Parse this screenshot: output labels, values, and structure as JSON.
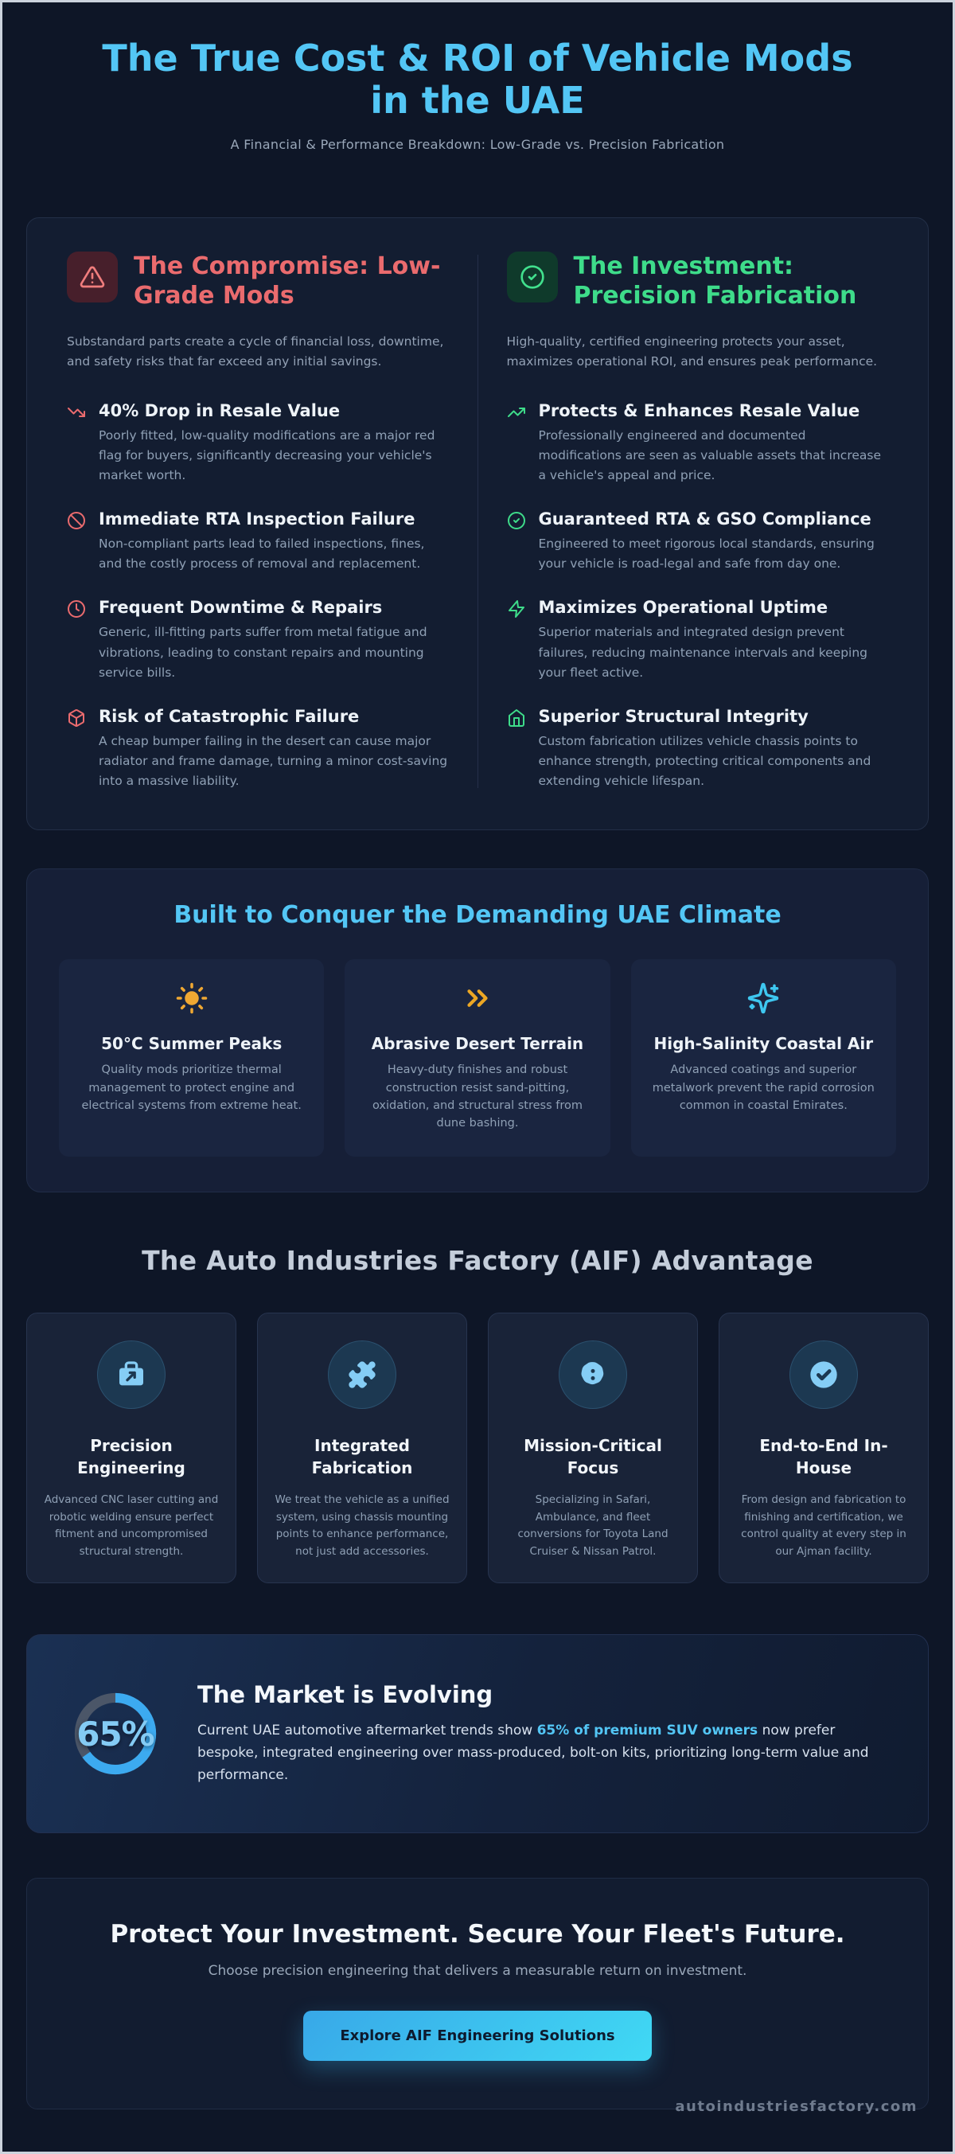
{
  "header": {
    "title": "The True Cost & ROI of Vehicle Mods in the UAE",
    "subtitle": "A Financial & Performance Breakdown: Low-Grade vs. Precision Fabrication"
  },
  "comparison": {
    "left": {
      "icon": "warning-triangle-icon",
      "title": "The Compromise: Low-Grade Mods",
      "intro": "Substandard parts create a cycle of financial loss, downtime, and safety risks that far exceed any initial savings.",
      "items": [
        {
          "icon": "trending-down-icon",
          "title": "40% Drop in Resale Value",
          "desc": "Poorly fitted, low-quality modifications are a major red flag for buyers, significantly decreasing your vehicle's market worth."
        },
        {
          "icon": "ban-icon",
          "title": "Immediate RTA Inspection Failure",
          "desc": "Non-compliant parts lead to failed inspections, fines, and the costly process of removal and replacement."
        },
        {
          "icon": "clock-icon",
          "title": "Frequent Downtime & Repairs",
          "desc": "Generic, ill-fitting parts suffer from metal fatigue and vibrations, leading to constant repairs and mounting service bills."
        },
        {
          "icon": "box-icon",
          "title": "Risk of Catastrophic Failure",
          "desc": "A cheap bumper failing in the desert can cause major radiator and frame damage, turning a minor cost-saving into a massive liability."
        }
      ]
    },
    "right": {
      "icon": "check-circle-icon",
      "title": "The Investment: Precision Fabrication",
      "intro": "High-quality, certified engineering protects your asset, maximizes operational ROI, and ensures peak performance.",
      "items": [
        {
          "icon": "trending-up-icon",
          "title": "Protects & Enhances Resale Value",
          "desc": "Professionally engineered and documented modifications are seen as valuable assets that increase a vehicle's appeal and price."
        },
        {
          "icon": "check-circle-icon",
          "title": "Guaranteed RTA & GSO Compliance",
          "desc": "Engineered to meet rigorous local standards, ensuring your vehicle is road-legal and safe from day one."
        },
        {
          "icon": "zap-icon",
          "title": "Maximizes Operational Uptime",
          "desc": "Superior materials and integrated design prevent failures, reducing maintenance intervals and keeping your fleet active."
        },
        {
          "icon": "home-icon",
          "title": "Superior Structural Integrity",
          "desc": "Custom fabrication utilizes vehicle chassis points to enhance strength, protecting critical components and extending vehicle lifespan."
        }
      ]
    }
  },
  "climate": {
    "title": "Built to Conquer the Demanding UAE Climate",
    "cards": [
      {
        "icon": "sun-icon",
        "title": "50°C Summer Peaks",
        "desc": "Quality mods prioritize thermal management to protect engine and electrical systems from extreme heat."
      },
      {
        "icon": "chevrons-right-icon",
        "title": "Abrasive Desert Terrain",
        "desc": "Heavy-duty finishes and robust construction resist sand-pitting, oxidation, and structural stress from dune bashing."
      },
      {
        "icon": "sparkles-icon",
        "title": "High-Salinity Coastal Air",
        "desc": "Advanced coatings and superior metalwork prevent the rapid corrosion common in coastal Emirates."
      }
    ]
  },
  "advantage": {
    "title": "The Auto Industries Factory (AIF) Advantage",
    "cards": [
      {
        "icon": "briefcase-icon",
        "title": "Precision Engineering",
        "desc": "Advanced CNC laser cutting and robotic welding ensure perfect fitment and uncompromised structural strength."
      },
      {
        "icon": "puzzle-icon",
        "title": "Integrated Fabrication",
        "desc": "We treat the vehicle as a unified system, using chassis mounting points to enhance performance, not just add accessories."
      },
      {
        "icon": "mission-badge-icon",
        "title": "Mission-Critical Focus",
        "desc": "Specializing in Safari, Ambulance, and fleet conversions for Toyota Land Cruiser & Nissan Patrol."
      },
      {
        "icon": "check-badge-icon",
        "title": "End-to-End In-House",
        "desc": "From design and fabrication to finishing and certification, we control quality at every step in our Ajman facility."
      }
    ]
  },
  "market": {
    "title": "The Market is Evolving",
    "stat_value": "65%",
    "text_before": "Current UAE automotive aftermarket trends show ",
    "text_bold": "65% of premium SUV owners",
    "text_after": " now prefer bespoke, integrated engineering over mass-produced, bolt-on kits, prioritizing long-term value and performance.",
    "chart_data": {
      "type": "pie",
      "label": "premium SUV owners preferring bespoke integrated engineering",
      "percent": 65,
      "remainder_percent": 35
    }
  },
  "cta": {
    "title": "Protect Your Investment. Secure Your Fleet's Future.",
    "subtitle": "Choose precision engineering that delivers a measurable return on investment.",
    "button_label": "Explore AIF Engineering Solutions"
  },
  "footer": {
    "domain": "autoindustriesfactory.com"
  },
  "colors": {
    "accent_blue": "#53c6f5",
    "danger": "#ea6b6e",
    "success": "#3edc8a",
    "amber": "#eca724",
    "cyan": "#3ec7f0",
    "donut_blue": "#3caaf0",
    "donut_gray": "#4b5668",
    "btn_from": "#38a8e8",
    "btn_to": "#40d9f4"
  }
}
